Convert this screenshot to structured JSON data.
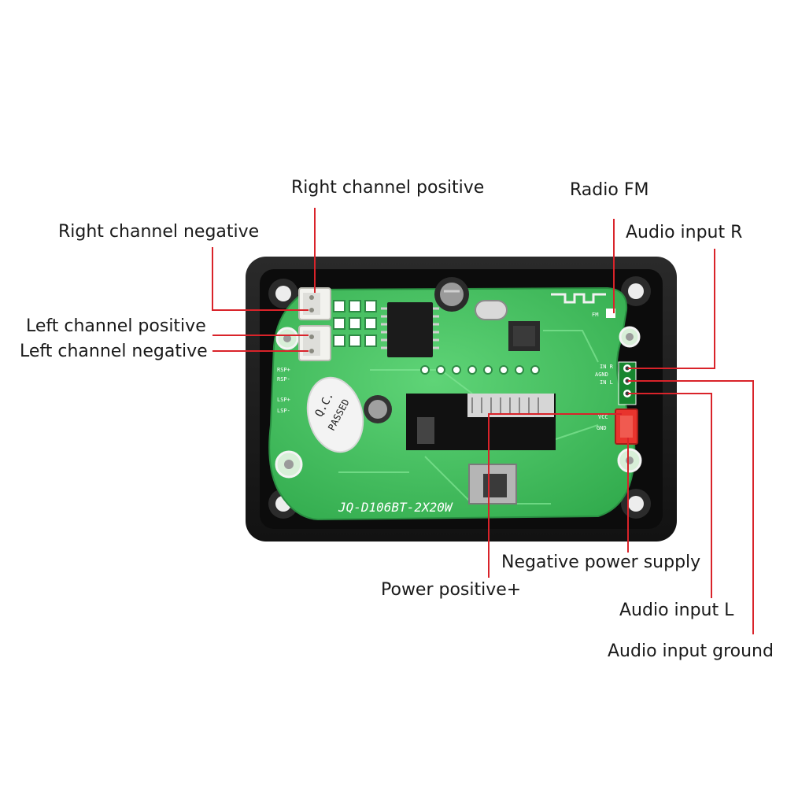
{
  "labels": {
    "right_channel_positive": "Right channel positive",
    "right_channel_negative": "Right channel negative",
    "left_channel_positive": "Left channel positive",
    "left_channel_negative": "Left channel negative",
    "radio_fm": "Radio FM",
    "audio_input_r": "Audio input R",
    "negative_power_supply": "Negative power supply",
    "power_positive": "Power positive+",
    "audio_input_l": "Audio input L",
    "audio_input_ground": "Audio input ground"
  },
  "board": {
    "model": "JQ-D106BT-2X20W",
    "qc_line1": "Q.C.",
    "qc_line2": "PASSED",
    "pin_rsp_plus": "RSP+",
    "pin_rsp_minus": "RSP-",
    "pin_lsp_plus": "LSP+",
    "pin_lsp_minus": "LSP-",
    "pin_in_r": "IN R",
    "pin_agnd": "AGND",
    "pin_in_l": "IN L",
    "pin_vcc": "VCC",
    "pin_gnd": "GND",
    "pin_fm": "FM"
  },
  "colors": {
    "leader_line": "#d9232a",
    "pcb": "#3fbf5c",
    "housing": "#1c1c1c",
    "connector": "#f2f2ee",
    "power_connector": "#e8342d"
  }
}
